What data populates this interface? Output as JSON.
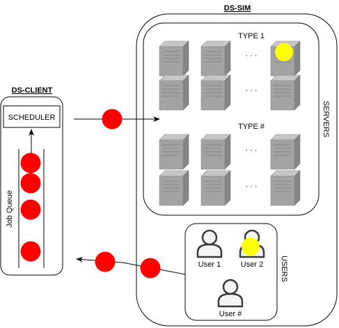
{
  "ds_sim": {
    "title": "DS-SIM"
  },
  "ds_client": {
    "title": "DS-CLIENT",
    "scheduler_label": "SCHEDULER",
    "job_queue_label": "Job Queue",
    "queued_jobs": 4
  },
  "servers": {
    "label": "SERVERS",
    "groups": [
      {
        "label": "TYPE 1",
        "rows": 2,
        "visible_per_row": 3,
        "ellipsis": "· · ·",
        "highlighted": [
          0,
          2
        ]
      },
      {
        "label": "TYPE #",
        "rows": 2,
        "visible_per_row": 3,
        "ellipsis": "· · ·"
      }
    ]
  },
  "users": {
    "label": "USERS",
    "items": [
      {
        "label": "User 1",
        "highlighted": false
      },
      {
        "label": "User 2",
        "highlighted": true
      },
      {
        "label": "User #",
        "highlighted": false
      }
    ]
  },
  "colors": {
    "job": "#FF0000",
    "highlight": "#FFFF00",
    "server_front": "#A3A3A3",
    "server_side": "#858585",
    "server_top": "#C6C6C6",
    "user_fill": "#F5F5F5",
    "user_stroke": "#36393D"
  },
  "icons": {
    "server": "server-tower-icon",
    "user": "user-icon",
    "job": "job-token",
    "arrow": "arrow-head"
  }
}
